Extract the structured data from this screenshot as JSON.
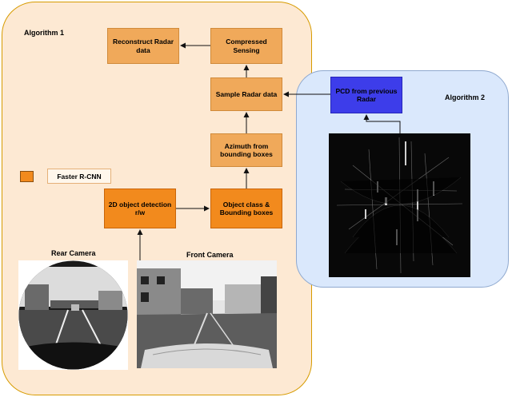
{
  "algorithm1": {
    "title": "Algorithm 1"
  },
  "algorithm2": {
    "title": "Algorithm 2"
  },
  "boxes": {
    "reconstruct": [
      "Reconstruct Radar",
      "data"
    ],
    "compressed": [
      "Compressed",
      "Sensing"
    ],
    "sample": [
      "Sample Radar data"
    ],
    "azimuth": [
      "Azimuth from",
      "bounding boxes"
    ],
    "detection": [
      "2D object detection",
      "r/w"
    ],
    "objclass": [
      "Object class &",
      "Bounding boxes"
    ],
    "pcd": [
      "PCD from previous",
      "Radar"
    ]
  },
  "legend": {
    "label": "Faster R-CNN"
  },
  "cameras": {
    "rear": "Rear Camera",
    "front": "Front Camera"
  },
  "colors": {
    "light_orange": "#f0a95a",
    "dark_orange": "#f28a1d",
    "blue_box": "#3d3dea",
    "alg1_bg": "#fde9d3",
    "alg2_bg": "#dae8fc"
  }
}
